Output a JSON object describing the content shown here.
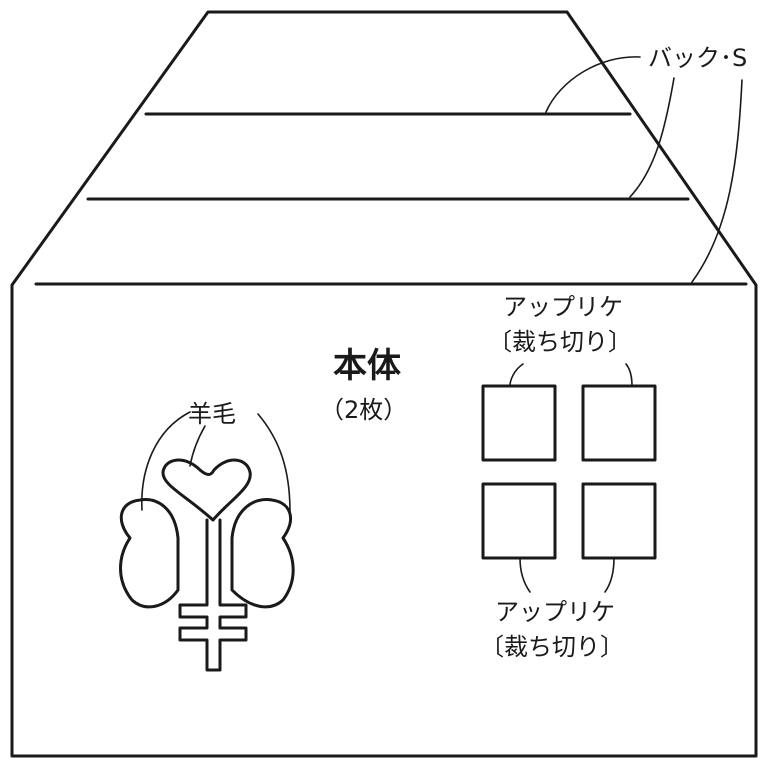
{
  "labels": {
    "back_stitch": "バック･S",
    "body_title": "本体",
    "body_count": "（2枚）",
    "wool": "羊毛",
    "applique_top_line1": "アップリケ",
    "applique_top_line2": "〔裁ち切り〕",
    "applique_bottom_line1": "アップリケ",
    "applique_bottom_line2": "〔裁ち切り〕"
  }
}
